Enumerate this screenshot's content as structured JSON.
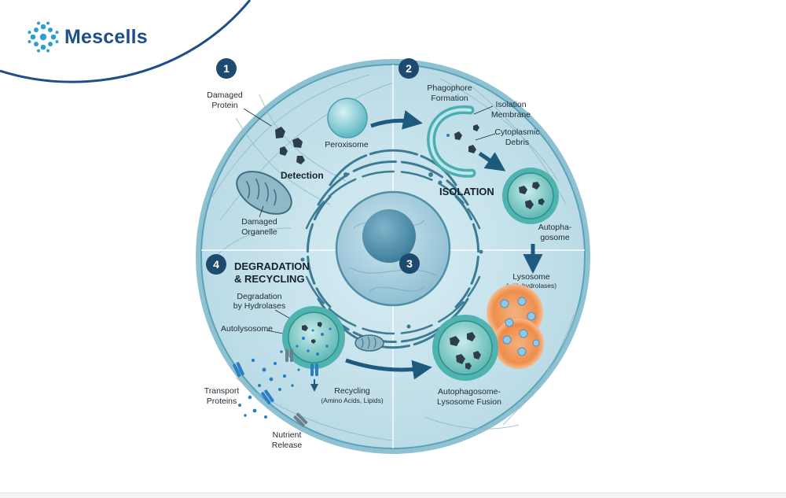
{
  "brand": {
    "name": "Mescells",
    "accent_color": "#1e4f86",
    "icon": "cell-cluster-icon"
  },
  "steps": [
    {
      "number": "1"
    },
    {
      "number": "2"
    },
    {
      "number": "3"
    },
    {
      "number": "4"
    }
  ],
  "titles": {
    "detection": "Detection",
    "isolation": "ISOLATION",
    "degradation_line1": "DEGRADATION",
    "degradation_line2": "& RECYCLING"
  },
  "labels": {
    "damaged_protein": [
      "Damaged",
      "Protein"
    ],
    "peroxisome": "Peroxisome",
    "damaged_organelle": [
      "Damaged",
      "Organelle"
    ],
    "phagophore_formation": [
      "Phagophore",
      "Formation"
    ],
    "isolation_membrane": [
      "Isolation",
      "Membrane"
    ],
    "cytoplasmic_debris": [
      "Cytoplasmic",
      "Debris"
    ],
    "autophagosome": [
      "Autopha-",
      "gosome"
    ],
    "lysosome": "Lysosome",
    "lysosome_note": "(with hydrolases)",
    "fusion": [
      "Autophagosome-",
      "Lysosome Fusion"
    ],
    "degradation_by_hydrolases": [
      "Degradation",
      "by Hydrolases"
    ],
    "autolysosome": "Autolysosome",
    "transport_proteins": [
      "Transport",
      "Proteins"
    ],
    "recycling": "Recycling",
    "recycling_note": "(Amino Acids, Lipids)",
    "nutrient_release": [
      "Nutrient",
      "Release"
    ]
  },
  "colors": {
    "cell_fill": "#c7e3ec",
    "membrane": "#5aa2b9",
    "badge": "#1d4a6e",
    "vesicle": "#74c6c0",
    "lysosome_glow": "#f29a5a",
    "debris": "#2c3e4c",
    "nutrient": "#2a7fc4"
  }
}
